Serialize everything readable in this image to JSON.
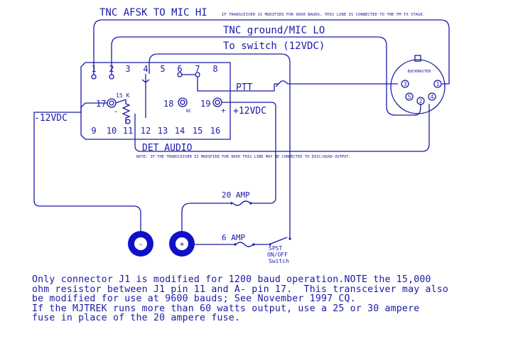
{
  "labels": {
    "afsk": "TNC AFSK TO MIC HI",
    "afsk_note": "IF TRANSCEIVER IS MODIFIED FOR 9600 BAUDS, THIS LINE IS CONNECTED TO THE FM TX STAGE.",
    "ground": "TNC ground/MIC LO",
    "switch": "To switch (12VDC)",
    "ptt": "PTT",
    "plus12": "+12VDC",
    "minus12": "-12VDC",
    "det_audio": "DET AUDIO",
    "det_note": "NOTE: IF THE TRANSCEIVER IS MODIFIED FOR 9600 THIS LINE MAY BE CONNECTED TO DISC/QUAD OUTPUT.",
    "resistor": "15 K",
    "fuse20": "20 AMP",
    "fuse6": "6  AMP",
    "spst": "SPST",
    "onoff": "ON/OFF",
    "switch_word": "Switch",
    "din": "BUCKMASTER",
    "nc": "NC",
    "plus_sign": "+",
    "minus_sign": "-",
    "term_neg": "-",
    "term_pos": "+"
  },
  "connector_pins": {
    "top": [
      "1",
      "2",
      "3",
      "4",
      "5",
      "6",
      "7",
      "8"
    ],
    "bottom": [
      "9",
      "10",
      "11",
      "12",
      "13",
      "14",
      "15",
      "16"
    ],
    "p17": "17",
    "p18": "18",
    "p19": "19"
  },
  "din_pins": [
    "1",
    "2",
    "3",
    "4",
    "5"
  ],
  "notes": [
    "Only connector J1 is modified for 1200 baud operation.NOTE the 15,000",
    "ohm resistor between J1 pin 11 and A- pin 17.  This transceiver may also",
    "be modified for use at 9600 bauds; See November 1997 CQ.",
    "If the MJTREK runs more than 60 watts output, use a 25 or 30 ampere",
    "fuse in place of the 20 ampere fuse."
  ],
  "colors": {
    "ink": "#1a1aa6"
  }
}
